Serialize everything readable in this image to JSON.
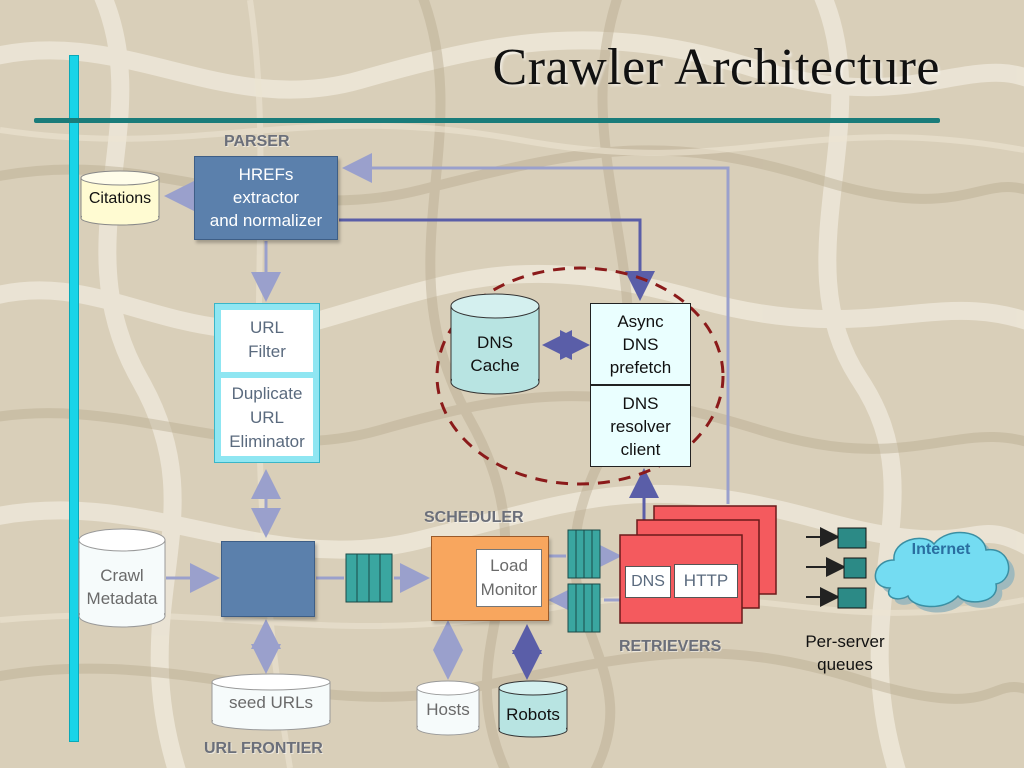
{
  "title": "Crawler Architecture",
  "sections": {
    "parser": "PARSER",
    "scheduler": "SCHEDULER",
    "retrievers": "RETRIEVERS",
    "url_frontier": "URL FRONTIER"
  },
  "nodes": {
    "hrefs_line1": "HREFs",
    "hrefs_line2": "extractor",
    "hrefs_line3": "and normalizer",
    "citations": "Citations",
    "url_filter_line1": "URL",
    "url_filter_line2": "Filter",
    "dup_line1": "Duplicate",
    "dup_line2": "URL",
    "dup_line3": "Eliminator",
    "dns_cache_line1": "DNS",
    "dns_cache_line2": "Cache",
    "async_line1": "Async",
    "async_line2": "DNS",
    "async_line3": "prefetch",
    "resolver_line1": "DNS",
    "resolver_line2": "resolver",
    "resolver_line3": "client",
    "crawl_meta_line1": "Crawl",
    "crawl_meta_line2": "Metadata",
    "load_line1": "Load",
    "load_line2": "Monitor",
    "dns": "DNS",
    "http": "HTTP",
    "internet": "Internet",
    "per_server_line1": "Per-server",
    "per_server_line2": "queues",
    "seed_urls": "seed URLs",
    "hosts": "Hosts",
    "robots": "Robots"
  },
  "colors": {
    "steel_blue": "#5b80ac",
    "teal_queue": "#3aa6a0",
    "scheduler_orange": "#f8a65e",
    "retriever_red": "#f45a5e",
    "cyan_accent": "#19d4e8",
    "arrow_blue": "#8c92c8",
    "dashed_circle": "#8b1a1a"
  }
}
